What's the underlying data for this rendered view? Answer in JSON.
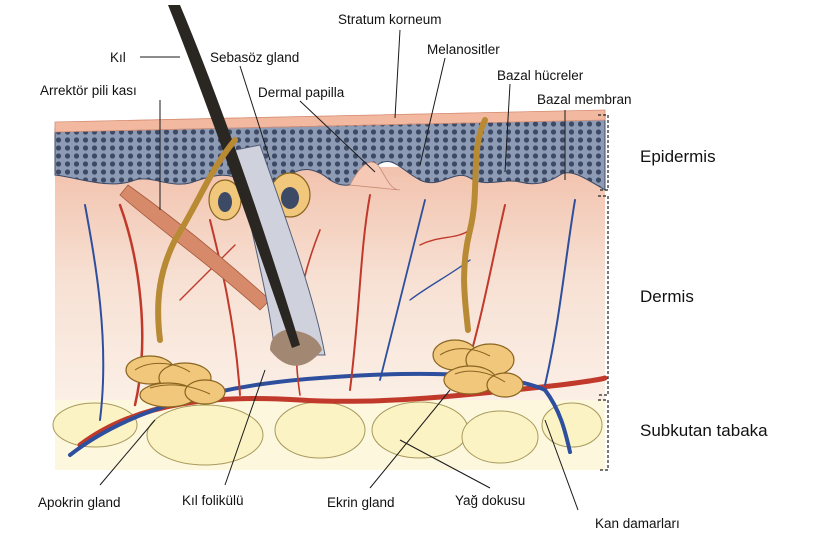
{
  "colors": {
    "epidermis_dots": "#3d4a66",
    "epidermis_base": "#8e9bb5",
    "dermis": "#f6dccd",
    "dermis_deep": "#f2c9b3",
    "hair": "#2a2622",
    "gland": "#f0c77b",
    "artery": "#c0392b",
    "vein": "#2d4f9e",
    "fat": "#fbf3c4"
  },
  "labels": {
    "stratum_korneum": "Stratum korneum",
    "kil": "Kıl",
    "sebasoz_gland": "Sebasöz gland",
    "melanositler": "Melanositler",
    "bazal_hucreler": "Bazal hücreler",
    "arrektor_pili_kasi": "Arrektör pili kası",
    "dermal_papilla": "Dermal papilla",
    "bazal_membran": "Bazal membran",
    "apokrin_gland": "Apokrin gland",
    "kil_folikulu": "Kıl folikülü",
    "ekrin_gland": "Ekrin gland",
    "yag_dokusu": "Yağ dokusu",
    "kan_damarlari": "Kan damarları"
  },
  "layers": {
    "epidermis": "Epidermis",
    "dermis": "Dermis",
    "subkutan": "Subkutan tabaka"
  }
}
